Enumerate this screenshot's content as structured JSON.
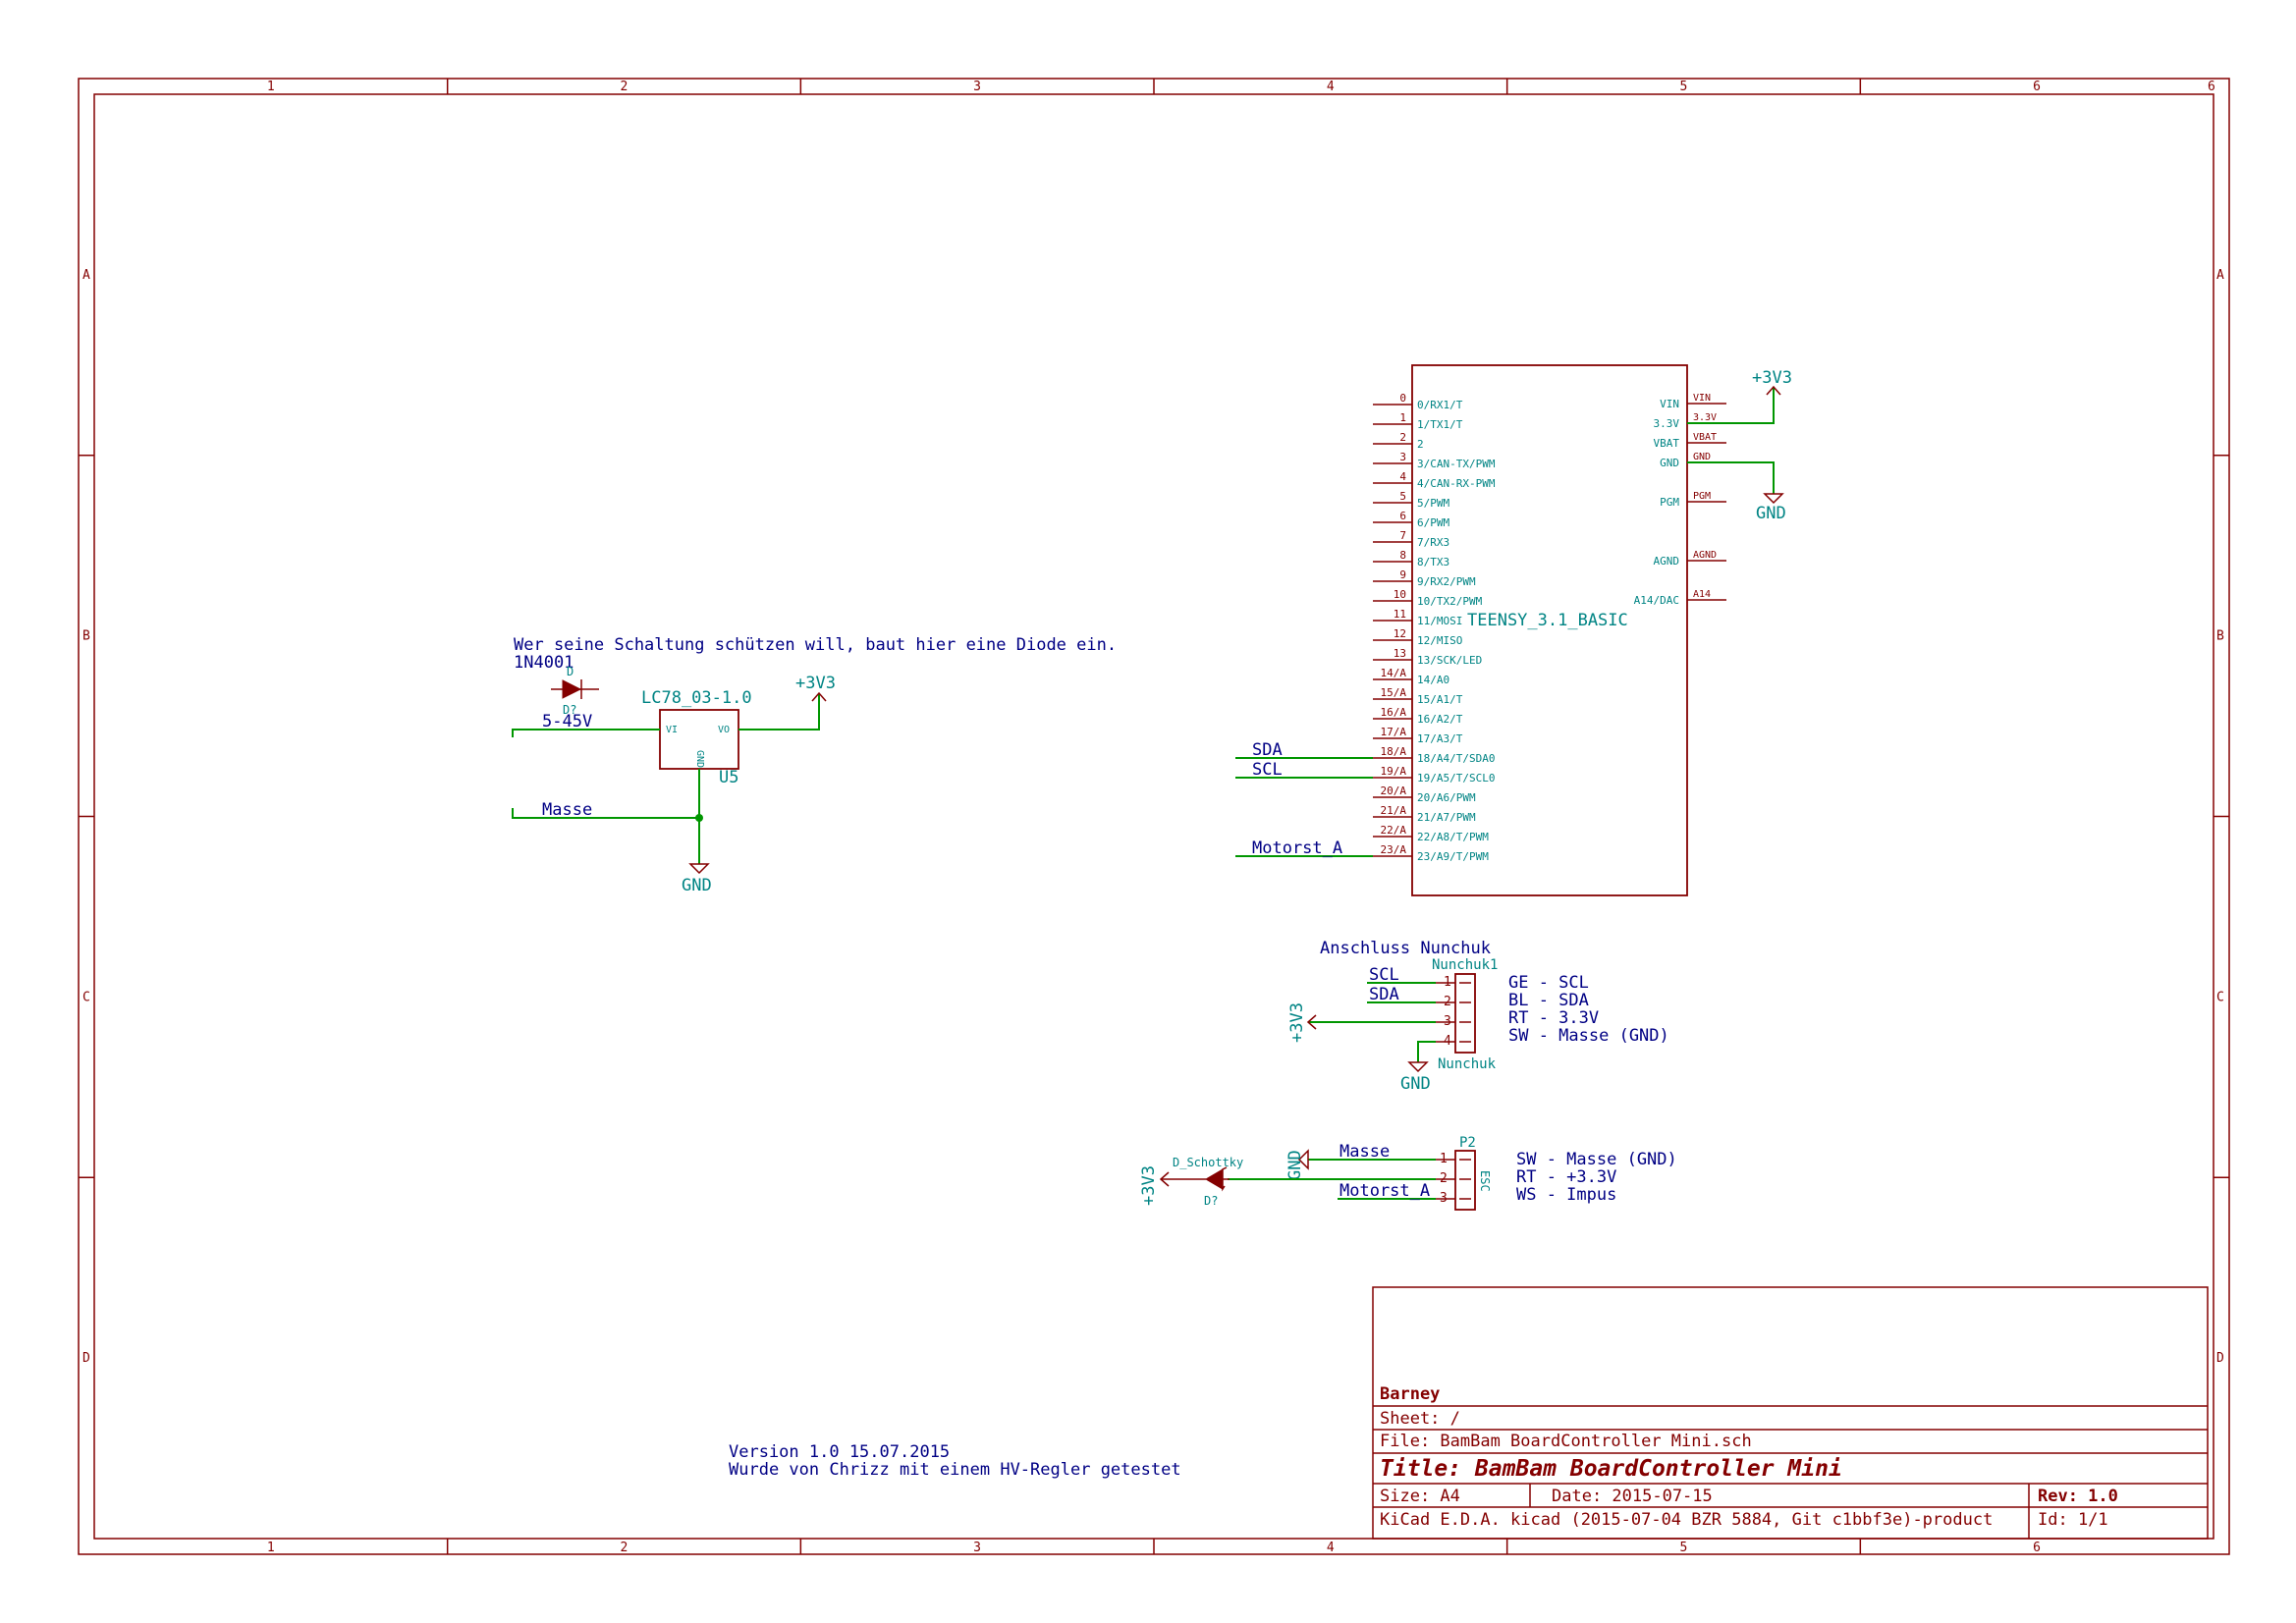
{
  "frame": {
    "columns": [
      "1",
      "2",
      "3",
      "4",
      "5",
      "6"
    ],
    "rows": [
      "A",
      "B",
      "C",
      "D"
    ]
  },
  "teensy": {
    "ref": "TEENSY_3.1_BASIC",
    "left_pins": [
      {
        "num": "0",
        "name": "0/RX1/T"
      },
      {
        "num": "1",
        "name": "1/TX1/T"
      },
      {
        "num": "2",
        "name": "2"
      },
      {
        "num": "3",
        "name": "3/CAN-TX/PWM"
      },
      {
        "num": "4",
        "name": "4/CAN-RX-PWM"
      },
      {
        "num": "5",
        "name": "5/PWM"
      },
      {
        "num": "6",
        "name": "6/PWM"
      },
      {
        "num": "7",
        "name": "7/RX3"
      },
      {
        "num": "8",
        "name": "8/TX3"
      },
      {
        "num": "9",
        "name": "9/RX2/PWM"
      },
      {
        "num": "10",
        "name": "10/TX2/PWM"
      },
      {
        "num": "11",
        "name": "11/MOSI"
      },
      {
        "num": "12",
        "name": "12/MISO"
      },
      {
        "num": "13",
        "name": "13/SCK/LED"
      },
      {
        "num": "14/A",
        "name": "14/A0"
      },
      {
        "num": "15/A",
        "name": "15/A1/T"
      },
      {
        "num": "16/A",
        "name": "16/A2/T"
      },
      {
        "num": "17/A",
        "name": "17/A3/T"
      },
      {
        "num": "18/A",
        "name": "18/A4/T/SDA0"
      },
      {
        "num": "19/A",
        "name": "19/A5/T/SCL0"
      },
      {
        "num": "20/A",
        "name": "20/A6/PWM"
      },
      {
        "num": "21/A",
        "name": "21/A7/PWM"
      },
      {
        "num": "22/A",
        "name": "22/A8/T/PWM"
      },
      {
        "num": "23/A",
        "name": "23/A9/T/PWM"
      }
    ],
    "right_pins": [
      {
        "num": "VIN",
        "name": "VIN"
      },
      {
        "num": "3.3V",
        "name": "3.3V"
      },
      {
        "num": "VBAT",
        "name": "VBAT"
      },
      {
        "num": "GND",
        "name": "GND"
      },
      {
        "num": "PGM",
        "name": "PGM"
      },
      {
        "num": "AGND",
        "name": "AGND"
      },
      {
        "num": "A14",
        "name": "A14/DAC"
      }
    ],
    "net_sda": "SDA",
    "net_scl": "SCL",
    "net_motor": "Motorst_A",
    "pwr_3v3": "+3V3",
    "pwr_gnd": "GND"
  },
  "regulator": {
    "note": "Wer seine Schaltung schützen will, baut hier eine Diode ein.",
    "diode_value": "1N4001",
    "diode_lib": "D",
    "diode_ref": "D?",
    "value": "LC78_03-1.0",
    "ref": "U5",
    "pin_vi": "VI",
    "pin_vo": "VO",
    "pin_gnd": "GND",
    "net_in": "5-45V",
    "net_gnd": "Masse",
    "pwr_3v3": "+3V3",
    "pwr_gnd": "GND"
  },
  "nunchuk": {
    "title": "Anschluss Nunchuk",
    "ref": "Nunchuk1",
    "value": "Nunchuk",
    "pins": [
      "1",
      "2",
      "3",
      "4"
    ],
    "net_scl": "SCL",
    "net_sda": "SDA",
    "pwr_3v3": "+3V3",
    "pwr_gnd": "GND",
    "legend": [
      "GE - SCL",
      "BL - SDA",
      "RT - 3.3V",
      "SW - Masse (GND)"
    ]
  },
  "esc": {
    "ref": "P2",
    "value": "ESC",
    "pins": [
      "1",
      "2",
      "3"
    ],
    "diode_value": "D_Schottky",
    "diode_ref": "D?",
    "net_masse": "Masse",
    "net_motor": "Motorst_A",
    "pwr_3v3": "+3V3",
    "pwr_gnd": "GND",
    "legend": [
      "SW - Masse (GND)",
      "RT - +3.3V",
      "WS - Impus"
    ]
  },
  "version_note": [
    "Version 1.0 15.07.2015",
    "Wurde von Chrizz mit einem HV-Regler getestet"
  ],
  "title_block": {
    "company": "Barney",
    "sheet": "Sheet: /",
    "file": "File: BamBam BoardController Mini.sch",
    "title": "Title: BamBam BoardController Mini",
    "size": "Size: A4",
    "date": "Date: 2015-07-15",
    "rev": "Rev: 1.0",
    "tool": "KiCad E.D.A.  kicad (2015-07-04 BZR 5884, Git c1bbf3e)-product",
    "id": "Id: 1/1"
  }
}
